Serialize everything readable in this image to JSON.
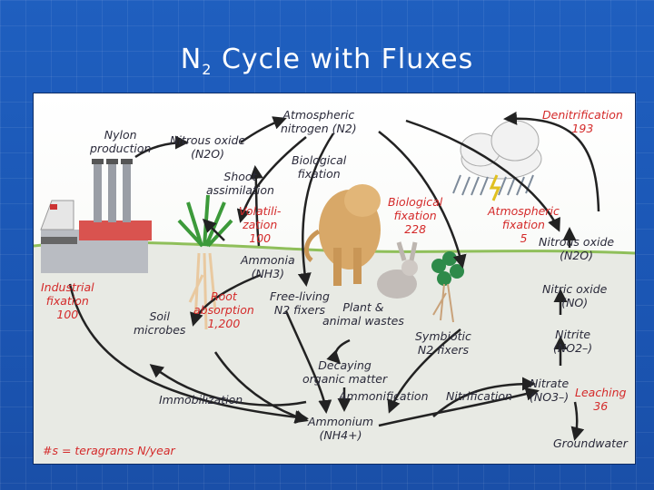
{
  "slide": {
    "title_main": "N",
    "title_sub": "2",
    "title_rest": " Cycle with Fluxes"
  },
  "labels": {
    "nylon_production": [
      "Nylon",
      "production"
    ],
    "nitrous_oxide_top": [
      "Nitrous oxide",
      "(N2O)"
    ],
    "atmospheric_nitrogen": [
      "Atmospheric",
      "nitrogen (N2)"
    ],
    "denitrification": [
      "Denitrification",
      "193"
    ],
    "shoot_assimilation": [
      "Shoot",
      "assimilation"
    ],
    "biological_fixation_black": [
      "Biological",
      "fixation"
    ],
    "volatilization": [
      "Volatili-",
      "zation",
      "100"
    ],
    "biological_fixation_red": [
      "Biological",
      "fixation",
      "228"
    ],
    "atmospheric_fixation": [
      "Atmospheric",
      "fixation",
      "5"
    ],
    "ammonia": [
      "Ammonia",
      "(NH3)"
    ],
    "nitrous_oxide_right": [
      "Nitrous oxide",
      "(N2O)"
    ],
    "industrial_fixation": [
      "Industrial",
      "fixation",
      "100"
    ],
    "root_absorption": [
      "Root",
      "absorption",
      "1,200"
    ],
    "free_living_fixers": [
      "Free-living",
      "N2 fixers"
    ],
    "plant_animal_wastes": [
      "Plant &",
      "animal wastes"
    ],
    "nitric_oxide": [
      "Nitric oxide",
      "(NO)"
    ],
    "soil_microbes": [
      "Soil",
      "microbes"
    ],
    "symbiotic_fixers": [
      "Symbiotic",
      "N2 fixers"
    ],
    "nitrite": [
      "Nitrite",
      "(NO2–)"
    ],
    "decaying_matter": [
      "Decaying",
      "organic matter"
    ],
    "nitrate": [
      "Nitrate",
      "(NO3–)"
    ],
    "immobilization": "Immobilization",
    "ammonification": "Ammonification",
    "nitrification": "Nitrification",
    "leaching": [
      "Leaching",
      "36"
    ],
    "ammonium": [
      "Ammonium",
      "(NH4+)"
    ],
    "groundwater": "Groundwater",
    "units_note": "#s = teragrams N/year"
  },
  "colors": {
    "background": "#1f5fbf",
    "arrow": "#222222",
    "flux_red": "#d42a2a",
    "soil": "#e9ebe6"
  }
}
